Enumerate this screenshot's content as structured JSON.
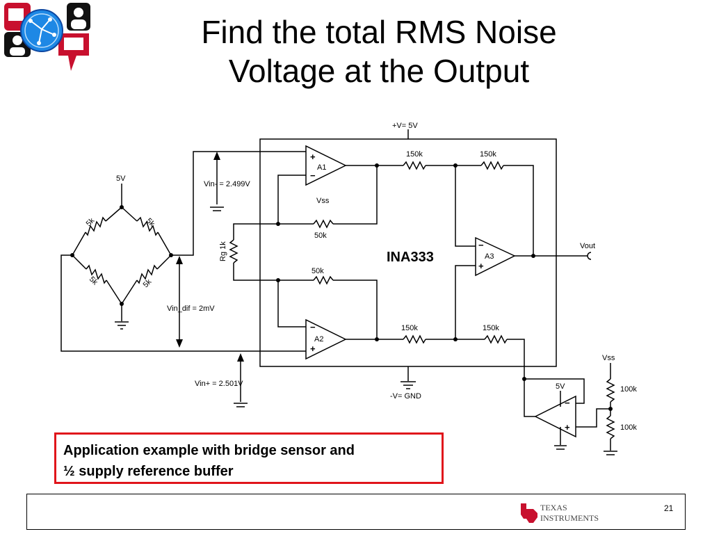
{
  "slide": {
    "title_line1": "Find the total RMS Noise",
    "title_line2": "Voltage at the Output",
    "caption_line1": "Application example with bridge sensor and",
    "caption_line2": "½ supply reference buffer",
    "page_number": "21"
  },
  "footer": {
    "logo_line1": "TEXAS",
    "logo_line2": "INSTRUMENTS"
  },
  "colors": {
    "caption_border": "#e0151b",
    "logo_red": "#c8102e",
    "logo_blue": "#1e88e5"
  },
  "circuit": {
    "chip_name": "INA333",
    "supply_pos": "+V= 5V",
    "supply_neg": "-V= GND",
    "vss_inner": "Vss",
    "vss_buffer": "Vss",
    "bridge_supply": "5V",
    "buffer_supply": "5V",
    "bridge_resistor_tl": "5k",
    "bridge_resistor_tr": "5k",
    "bridge_resistor_bl": "5k",
    "bridge_resistor_br": "5k",
    "vin_minus": "Vin- = 2.499V",
    "vin_plus": "Vin+ = 2.501V",
    "vin_dif": "Vin_dif = 2mV",
    "rg": "Rg 1k",
    "r_50k_top": "50k",
    "r_50k_bottom": "50k",
    "r_150k_1": "150k",
    "r_150k_2": "150k",
    "r_150k_3": "150k",
    "r_150k_4": "150k",
    "r_100k_top": "100k",
    "r_100k_bottom": "100k",
    "amp_a1": "A1",
    "amp_a2": "A2",
    "amp_a3": "A3",
    "vout": "Vout",
    "plus_sign": "+",
    "minus_sign": "−"
  }
}
